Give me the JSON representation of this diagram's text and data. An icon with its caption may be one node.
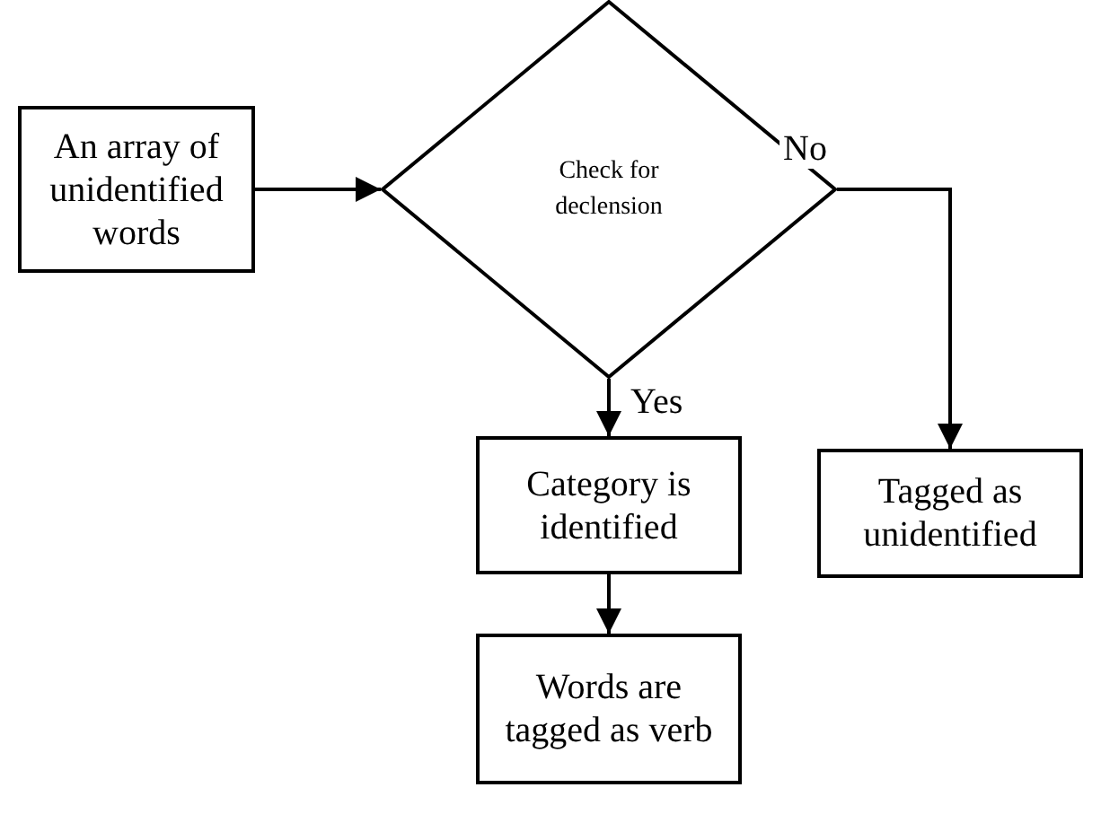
{
  "diagram": {
    "nodes": [
      {
        "text": [
          "An array of unidentified words"
        ]
      },
      {
        "text": [
          "Check for declension"
        ]
      },
      {
        "text": [
          "Category is identified"
        ]
      },
      {
        "text": [
          "Words are tagged as verb"
        ]
      },
      {
        "text": [
          "Tagged as unidentified"
        ]
      }
    ],
    "edges": [
      {
        "from": 0,
        "to": 1,
        "arrow": "to"
      },
      {
        "from": 1,
        "to": 2,
        "arrow": "to",
        "label": "Yes"
      },
      {
        "from": 1,
        "to": 4,
        "arrow": "to",
        "label": "No"
      },
      {
        "from": 2,
        "to": 3,
        "arrow": "to"
      }
    ]
  }
}
